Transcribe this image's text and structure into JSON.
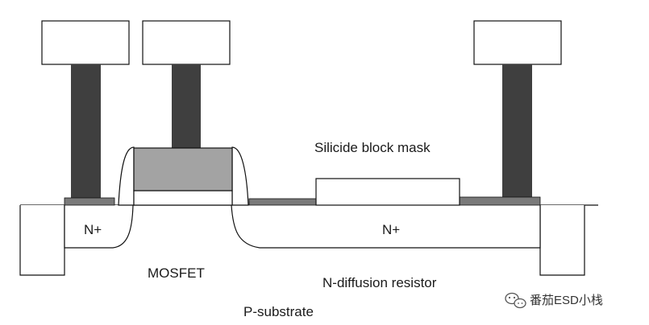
{
  "labels": {
    "silicide_block_mask": "Silicide block mask",
    "n_plus_left": "N+",
    "n_plus_right": "N+",
    "mosfet": "MOSFET",
    "n_diffusion_resistor": "N-diffusion resistor",
    "p_substrate": "P-substrate"
  },
  "watermark": {
    "text": "番茄ESD小栈",
    "icon": "wechat-icon"
  },
  "colors": {
    "contact_plug": "#3f3f3f",
    "gate_poly": "#a3a3a3",
    "silicide": "#7a7a7a",
    "outline": "#111111",
    "background": "#ffffff"
  }
}
